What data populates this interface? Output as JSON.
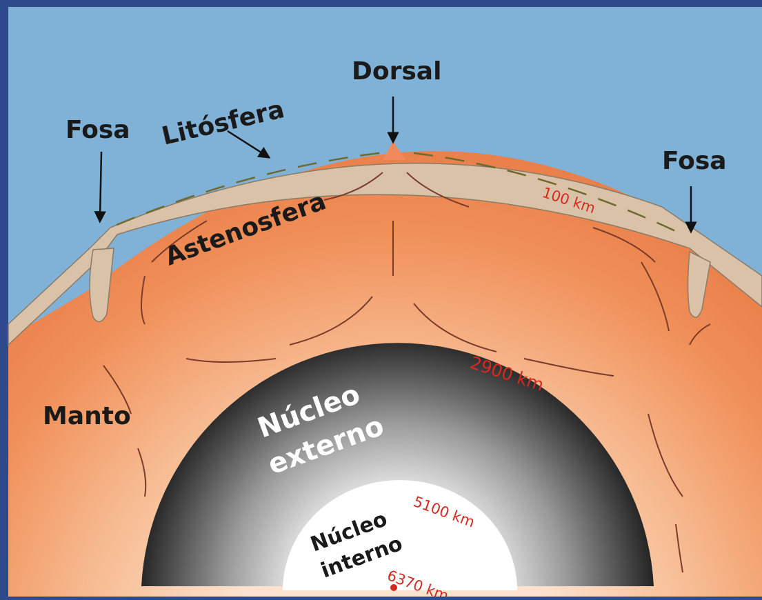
{
  "labels": {
    "dorsal": "Dorsal",
    "litosfera": "Litósfera",
    "fosa_left": "Fosa",
    "fosa_right": "Fosa",
    "astenosfera": "Astenosfera",
    "manto": "Manto",
    "nucleo_externo_1": "Núcleo",
    "nucleo_externo_2": "externo",
    "nucleo_interno_1": "Núcleo",
    "nucleo_interno_2": "interno"
  },
  "depths": {
    "d100": "100 km",
    "d2900": "2900 km",
    "d5100": "5100 km",
    "d6370": "6370 km"
  },
  "colors": {
    "ocean": "#7fb2d6",
    "frame": "#2f4a8c",
    "lithosphere": "#d9c2a8",
    "mantle": "#ee8a55",
    "mantle_light": "#f8c9a4",
    "outer_core_dark": "#222222",
    "outer_core_light": "#e6e6e6",
    "inner_core": "#ffffff",
    "depth_text": "#d42a1f",
    "flow_arrows": "#7a3b2a",
    "lith_arrows": "#6e6a2e"
  }
}
